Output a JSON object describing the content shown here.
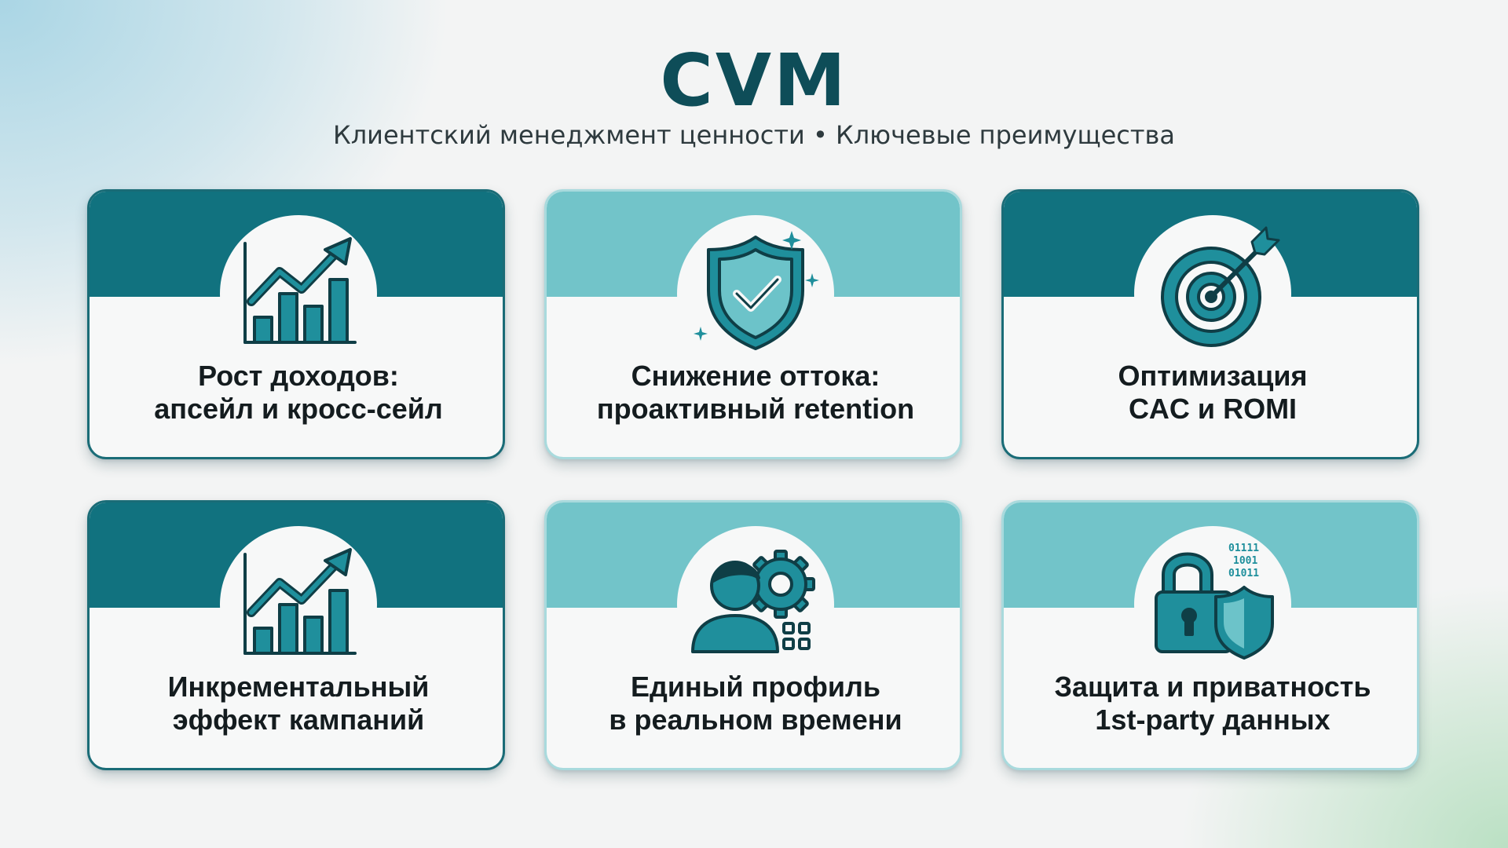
{
  "header": {
    "title": "CVM",
    "subtitle": "Клиентский менеджмент ценности • Ключевые преимущества"
  },
  "colors": {
    "dark_teal": "#11727f",
    "light_teal": "#72c4c9",
    "icon_fill": "#1f8f9c",
    "icon_outline": "#0f3e46",
    "title": "#0e4d58"
  },
  "cards": [
    {
      "icon": "growth-chart-icon",
      "line1": "Рост доходов:",
      "line2": "апсейл и кросс-сейл"
    },
    {
      "icon": "shield-check-icon",
      "line1": "Снижение оттока:",
      "line2": "проактивный retention"
    },
    {
      "icon": "target-arrow-icon",
      "line1": "Оптимизация",
      "line2": "CAC и ROMI"
    },
    {
      "icon": "growth-chart-icon",
      "line1": "Инкрементальный",
      "line2": "эффект кампаний"
    },
    {
      "icon": "user-gear-icon",
      "line1": "Единый профиль",
      "line2": "в реальном времени"
    },
    {
      "icon": "lock-shield-icon",
      "line1": "Защита и приватность",
      "line2": "1st-party данных",
      "binary": [
        "01111",
        "1001",
        "01011"
      ]
    }
  ]
}
